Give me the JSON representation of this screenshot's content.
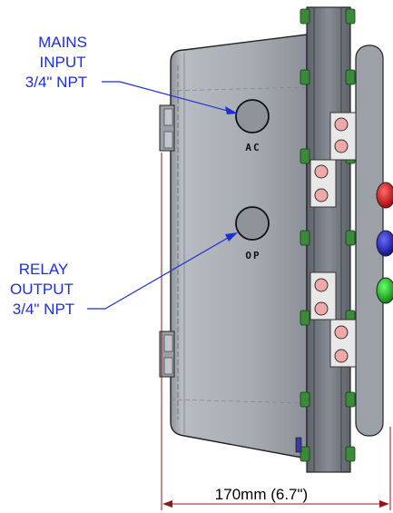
{
  "callouts": {
    "mains_input": {
      "lines": [
        "MAINS",
        "INPUT",
        "3/4\" NPT"
      ]
    },
    "relay_output": {
      "lines": [
        "RELAY",
        "OUTPUT",
        "3/4\" NPT"
      ]
    }
  },
  "ports": {
    "ac": "AC",
    "op": "OP"
  },
  "dimension": {
    "text": "170mm (6.7\")"
  },
  "colors": {
    "callout": "#1f2fd6",
    "dimension_line": "#8b1a1a",
    "enclosure": "#a5aab2",
    "flange": "#6f757d",
    "bolt_green": "#3a8a3a",
    "clamp_fill": "#f0a8a8",
    "led_red": "#cc1010",
    "led_blue": "#1010aa",
    "led_green": "#10a010"
  }
}
